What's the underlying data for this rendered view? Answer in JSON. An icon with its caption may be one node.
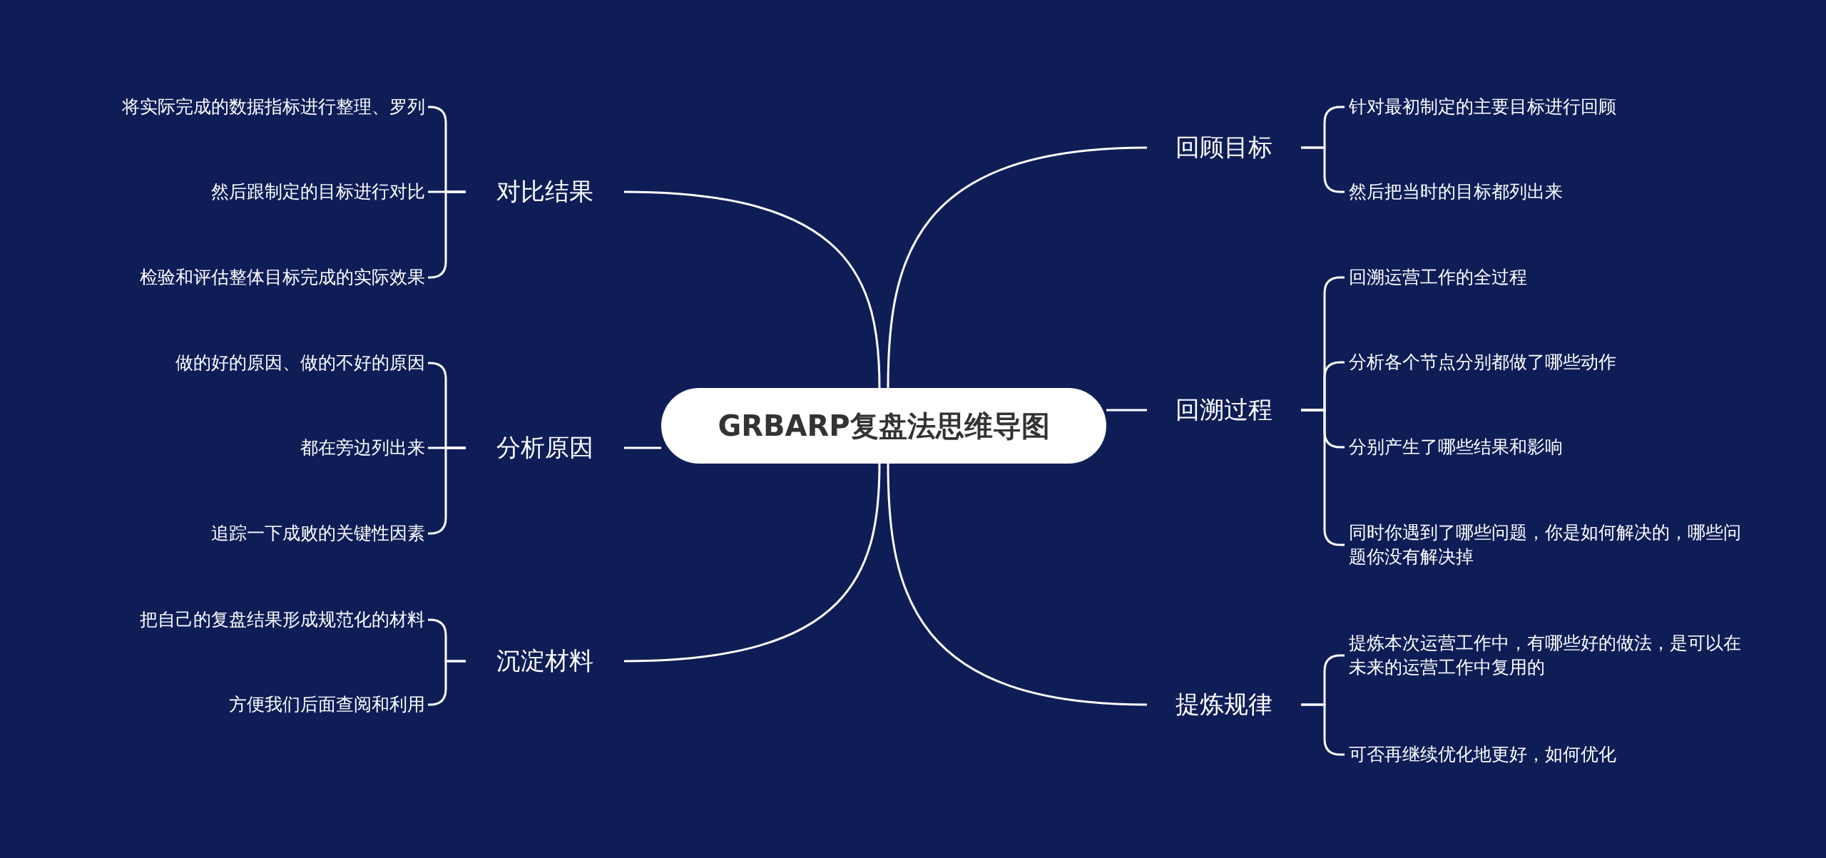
{
  "diagram": {
    "nodes": [
      {
        "text": [
          "GRBARP复盘法思维导图"
        ]
      },
      {
        "text": [
          "对比结果"
        ]
      },
      {
        "text": [
          "将实际完成的数据指标进行整理、罗列"
        ]
      },
      {
        "text": [
          "然后跟制定的目标进行对比"
        ]
      },
      {
        "text": [
          "检验和评估整体目标完成的实际效果"
        ]
      },
      {
        "text": [
          "分析原因"
        ]
      },
      {
        "text": [
          "做的好的原因、做的不好的原因"
        ]
      },
      {
        "text": [
          "都在旁边列出来"
        ]
      },
      {
        "text": [
          "追踪一下成败的关键性因素"
        ]
      },
      {
        "text": [
          "沉淀材料"
        ]
      },
      {
        "text": [
          "把自己的复盘结果形成规范化的材料"
        ]
      },
      {
        "text": [
          "方便我们后面查阅和利用"
        ]
      },
      {
        "text": [
          "回顾目标"
        ]
      },
      {
        "text": [
          "针对最初制定的主要目标进行回顾"
        ]
      },
      {
        "text": [
          "然后把当时的目标都列出来"
        ]
      },
      {
        "text": [
          "回溯过程"
        ]
      },
      {
        "text": [
          "回溯运营工作的全过程"
        ]
      },
      {
        "text": [
          "分析各个节点分别都做了哪些动作"
        ]
      },
      {
        "text": [
          "分别产生了哪些结果和影响"
        ]
      },
      {
        "text": [
          "同时你遇到了哪些问题，你是如何解决的，哪些问题你没有解决掉"
        ]
      },
      {
        "text": [
          "提炼规律"
        ]
      },
      {
        "text": [
          "提炼本次运营工作中，有哪些好的做法，是可以在未来的运营工作中复用的"
        ]
      },
      {
        "text": [
          "可否再继续优化地更好，如何优化"
        ]
      }
    ],
    "edges": [
      {
        "from": 0,
        "to": 1,
        "arrow": "none"
      },
      {
        "from": 1,
        "to": 2,
        "arrow": "none"
      },
      {
        "from": 1,
        "to": 3,
        "arrow": "none"
      },
      {
        "from": 1,
        "to": 4,
        "arrow": "none"
      },
      {
        "from": 0,
        "to": 5,
        "arrow": "none"
      },
      {
        "from": 5,
        "to": 6,
        "arrow": "none"
      },
      {
        "from": 5,
        "to": 7,
        "arrow": "none"
      },
      {
        "from": 5,
        "to": 8,
        "arrow": "none"
      },
      {
        "from": 0,
        "to": 9,
        "arrow": "none"
      },
      {
        "from": 9,
        "to": 10,
        "arrow": "none"
      },
      {
        "from": 9,
        "to": 11,
        "arrow": "none"
      },
      {
        "from": 0,
        "to": 12,
        "arrow": "none"
      },
      {
        "from": 12,
        "to": 13,
        "arrow": "none"
      },
      {
        "from": 12,
        "to": 14,
        "arrow": "none"
      },
      {
        "from": 0,
        "to": 15,
        "arrow": "none"
      },
      {
        "from": 15,
        "to": 16,
        "arrow": "none"
      },
      {
        "from": 15,
        "to": 17,
        "arrow": "none"
      },
      {
        "from": 15,
        "to": 18,
        "arrow": "none"
      },
      {
        "from": 15,
        "to": 19,
        "arrow": "none"
      },
      {
        "from": 0,
        "to": 20,
        "arrow": "none"
      },
      {
        "from": 20,
        "to": 21,
        "arrow": "none"
      },
      {
        "from": 20,
        "to": 22,
        "arrow": "none"
      }
    ]
  }
}
